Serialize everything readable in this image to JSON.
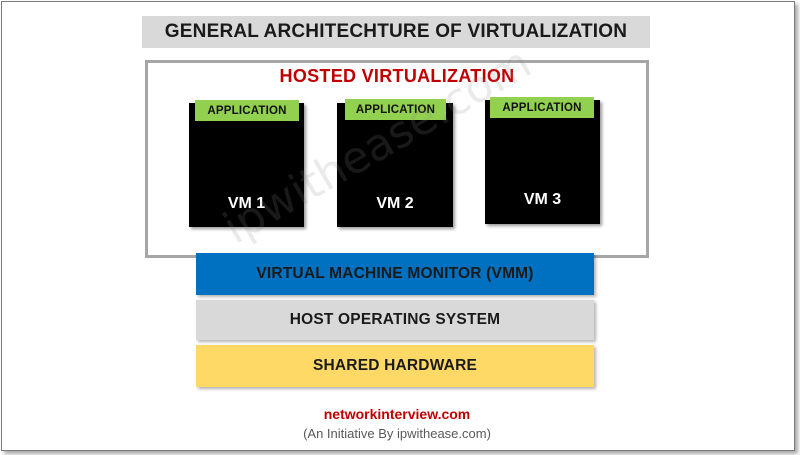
{
  "title": "GENERAL ARCHITECHTURE OF VIRTUALIZATION",
  "hosted_label": "HOSTED VIRTUALIZATION",
  "vms": [
    {
      "app_label": "APPLICATION",
      "name": "VM 1"
    },
    {
      "app_label": "APPLICATION",
      "name": "VM 2"
    },
    {
      "app_label": "APPLICATION",
      "name": "VM 3"
    }
  ],
  "layers": {
    "vmm": "VIRTUAL MACHINE MONITOR (VMM)",
    "host_os": "HOST OPERATING SYSTEM",
    "hardware": "SHARED HARDWARE"
  },
  "watermark": "ipwithease.com",
  "footer": {
    "site": "networkinterview.com",
    "tagline": "(An Initiative By ipwithease.com)"
  },
  "colors": {
    "title_bg": "#d9d9d9",
    "hosted_label": "#c00000",
    "application": "#92d050",
    "vm": "#000000",
    "vmm": "#0070c0",
    "host_os": "#d9d9d9",
    "hardware": "#ffd966"
  }
}
